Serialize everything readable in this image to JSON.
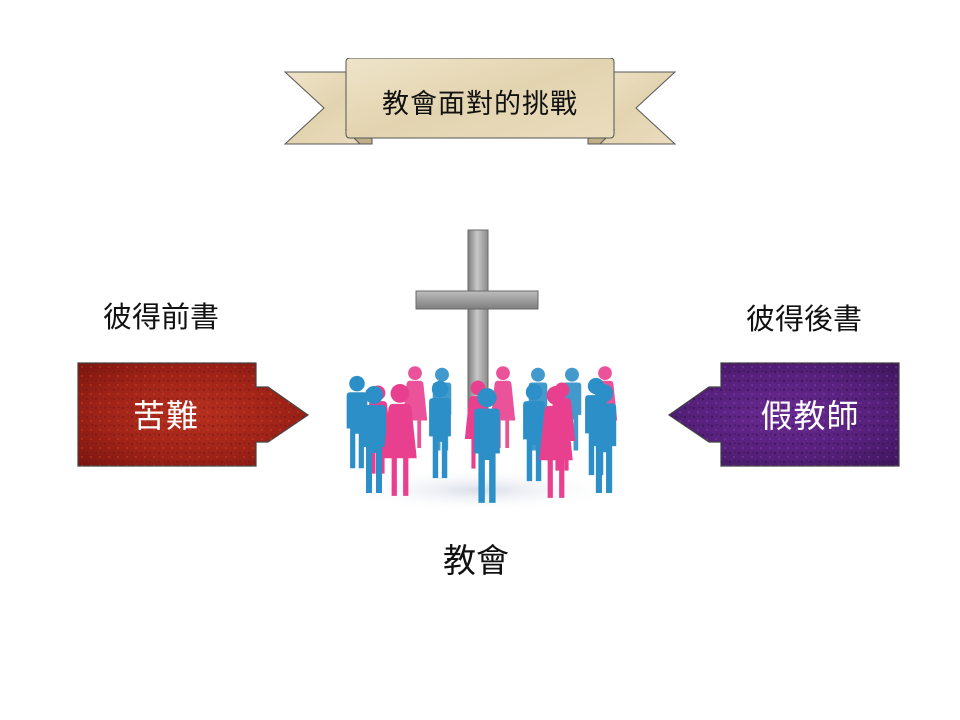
{
  "title": {
    "text": "教會面對的挑戰"
  },
  "left": {
    "heading": "彼得前書",
    "callout": "苦難",
    "color": "#a3221a"
  },
  "right": {
    "heading": "彼得後書",
    "callout": "假教師",
    "color": "#55207a"
  },
  "center": {
    "label": "教會"
  },
  "colors": {
    "banner_fill": "#e8dcc0",
    "banner_shadow": "#c9b88f",
    "cross": "#9a9a9a",
    "people_blue": "#2d8fc7",
    "people_pink": "#e8408f"
  },
  "icons": {
    "center": "cross-with-people-group-icon"
  }
}
